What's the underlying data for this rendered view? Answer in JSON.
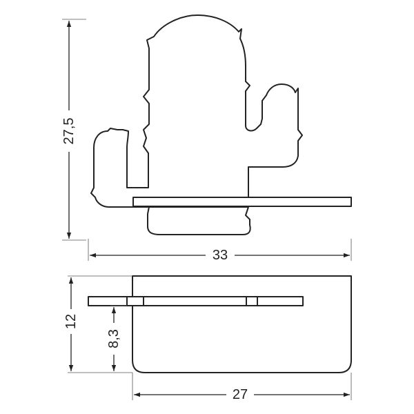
{
  "drawing": {
    "front_view": {
      "height_dimension": "27,5",
      "width_dimension": "33"
    },
    "top_view": {
      "depth_dimension": "12",
      "shelf_depth_dimension": "8,3",
      "width_dimension": "27"
    },
    "line_color": "#222222",
    "background": "#ffffff"
  }
}
